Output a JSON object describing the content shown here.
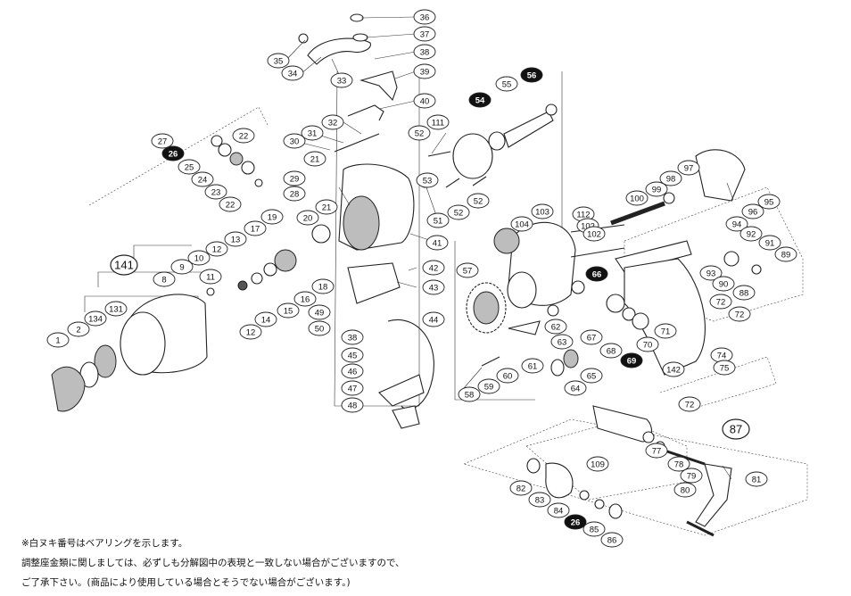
{
  "footnotes": [
    "※白ヌキ番号はベアリングを示します。",
    "調整座金類に関しましては、必ずしも分解図中の表現と一致しない場合がございますので、",
    "ご了承下さい。(商品により使用している場合とそうでない場合がございます。)"
  ],
  "labels": [
    {
      "n": "36",
      "inv": false
    },
    {
      "n": "37",
      "inv": false
    },
    {
      "n": "38",
      "inv": false
    },
    {
      "n": "39",
      "inv": false
    },
    {
      "n": "40",
      "inv": false
    },
    {
      "n": "35",
      "inv": false
    },
    {
      "n": "34",
      "inv": false
    },
    {
      "n": "33",
      "inv": false
    },
    {
      "n": "32",
      "inv": false
    },
    {
      "n": "31",
      "inv": false
    },
    {
      "n": "30",
      "inv": false
    },
    {
      "n": "27",
      "inv": false
    },
    {
      "n": "22",
      "inv": false
    },
    {
      "n": "26",
      "inv": true
    },
    {
      "n": "21",
      "inv": false
    },
    {
      "n": "25",
      "inv": false
    },
    {
      "n": "24",
      "inv": false
    },
    {
      "n": "23",
      "inv": false
    },
    {
      "n": "22",
      "inv": false
    },
    {
      "n": "29",
      "inv": false
    },
    {
      "n": "28",
      "inv": false
    },
    {
      "n": "20",
      "inv": false
    },
    {
      "n": "21",
      "inv": false
    },
    {
      "n": "19",
      "inv": false
    },
    {
      "n": "17",
      "inv": false
    },
    {
      "n": "13",
      "inv": false
    },
    {
      "n": "12",
      "inv": false
    },
    {
      "n": "10",
      "inv": false
    },
    {
      "n": "9",
      "inv": false
    },
    {
      "n": "8",
      "inv": false
    },
    {
      "n": "141",
      "inv": false,
      "big": true
    },
    {
      "n": "131",
      "inv": false
    },
    {
      "n": "134",
      "inv": false
    },
    {
      "n": "2",
      "inv": false
    },
    {
      "n": "1",
      "inv": false
    },
    {
      "n": "11",
      "inv": false
    },
    {
      "n": "14",
      "inv": false
    },
    {
      "n": "15",
      "inv": false
    },
    {
      "n": "16",
      "inv": false
    },
    {
      "n": "18",
      "inv": false
    },
    {
      "n": "12",
      "inv": false
    },
    {
      "n": "49",
      "inv": false
    },
    {
      "n": "50",
      "inv": false
    },
    {
      "n": "41",
      "inv": false
    },
    {
      "n": "42",
      "inv": false
    },
    {
      "n": "43",
      "inv": false
    },
    {
      "n": "44",
      "inv": false
    },
    {
      "n": "38",
      "inv": false
    },
    {
      "n": "45",
      "inv": false
    },
    {
      "n": "46",
      "inv": false
    },
    {
      "n": "47",
      "inv": false
    },
    {
      "n": "48",
      "inv": false
    },
    {
      "n": "52",
      "inv": false
    },
    {
      "n": "111",
      "inv": false
    },
    {
      "n": "54",
      "inv": true
    },
    {
      "n": "55",
      "inv": false
    },
    {
      "n": "56",
      "inv": true
    },
    {
      "n": "53",
      "inv": false
    },
    {
      "n": "51",
      "inv": false
    },
    {
      "n": "52",
      "inv": false
    },
    {
      "n": "52",
      "inv": false
    },
    {
      "n": "104",
      "inv": false
    },
    {
      "n": "103",
      "inv": false
    },
    {
      "n": "112",
      "inv": false
    },
    {
      "n": "102",
      "inv": false
    },
    {
      "n": "102",
      "inv": false
    },
    {
      "n": "100",
      "inv": false
    },
    {
      "n": "99",
      "inv": false
    },
    {
      "n": "98",
      "inv": false
    },
    {
      "n": "97",
      "inv": false
    },
    {
      "n": "95",
      "inv": false
    },
    {
      "n": "96",
      "inv": false
    },
    {
      "n": "94",
      "inv": false
    },
    {
      "n": "92",
      "inv": false
    },
    {
      "n": "91",
      "inv": false
    },
    {
      "n": "89",
      "inv": false
    },
    {
      "n": "93",
      "inv": false
    },
    {
      "n": "90",
      "inv": false
    },
    {
      "n": "88",
      "inv": false
    },
    {
      "n": "57",
      "inv": false
    },
    {
      "n": "66",
      "inv": true
    },
    {
      "n": "72",
      "inv": false
    },
    {
      "n": "72",
      "inv": false
    },
    {
      "n": "62",
      "inv": false
    },
    {
      "n": "63",
      "inv": false
    },
    {
      "n": "67",
      "inv": false
    },
    {
      "n": "68",
      "inv": false
    },
    {
      "n": "70",
      "inv": false
    },
    {
      "n": "71",
      "inv": false
    },
    {
      "n": "61",
      "inv": false
    },
    {
      "n": "69",
      "inv": true
    },
    {
      "n": "74",
      "inv": false
    },
    {
      "n": "75",
      "inv": false
    },
    {
      "n": "60",
      "inv": false
    },
    {
      "n": "65",
      "inv": false
    },
    {
      "n": "142",
      "inv": false
    },
    {
      "n": "58",
      "inv": false
    },
    {
      "n": "59",
      "inv": false
    },
    {
      "n": "64",
      "inv": false
    },
    {
      "n": "72",
      "inv": false
    },
    {
      "n": "87",
      "inv": false,
      "big": true
    },
    {
      "n": "77",
      "inv": false
    },
    {
      "n": "109",
      "inv": false
    },
    {
      "n": "78",
      "inv": false
    },
    {
      "n": "81",
      "inv": false
    },
    {
      "n": "82",
      "inv": false
    },
    {
      "n": "83",
      "inv": false
    },
    {
      "n": "80",
      "inv": false
    },
    {
      "n": "84",
      "inv": false
    },
    {
      "n": "26",
      "inv": true
    },
    {
      "n": "85",
      "inv": false
    },
    {
      "n": "86",
      "inv": false
    },
    {
      "n": "79",
      "inv": false
    }
  ]
}
